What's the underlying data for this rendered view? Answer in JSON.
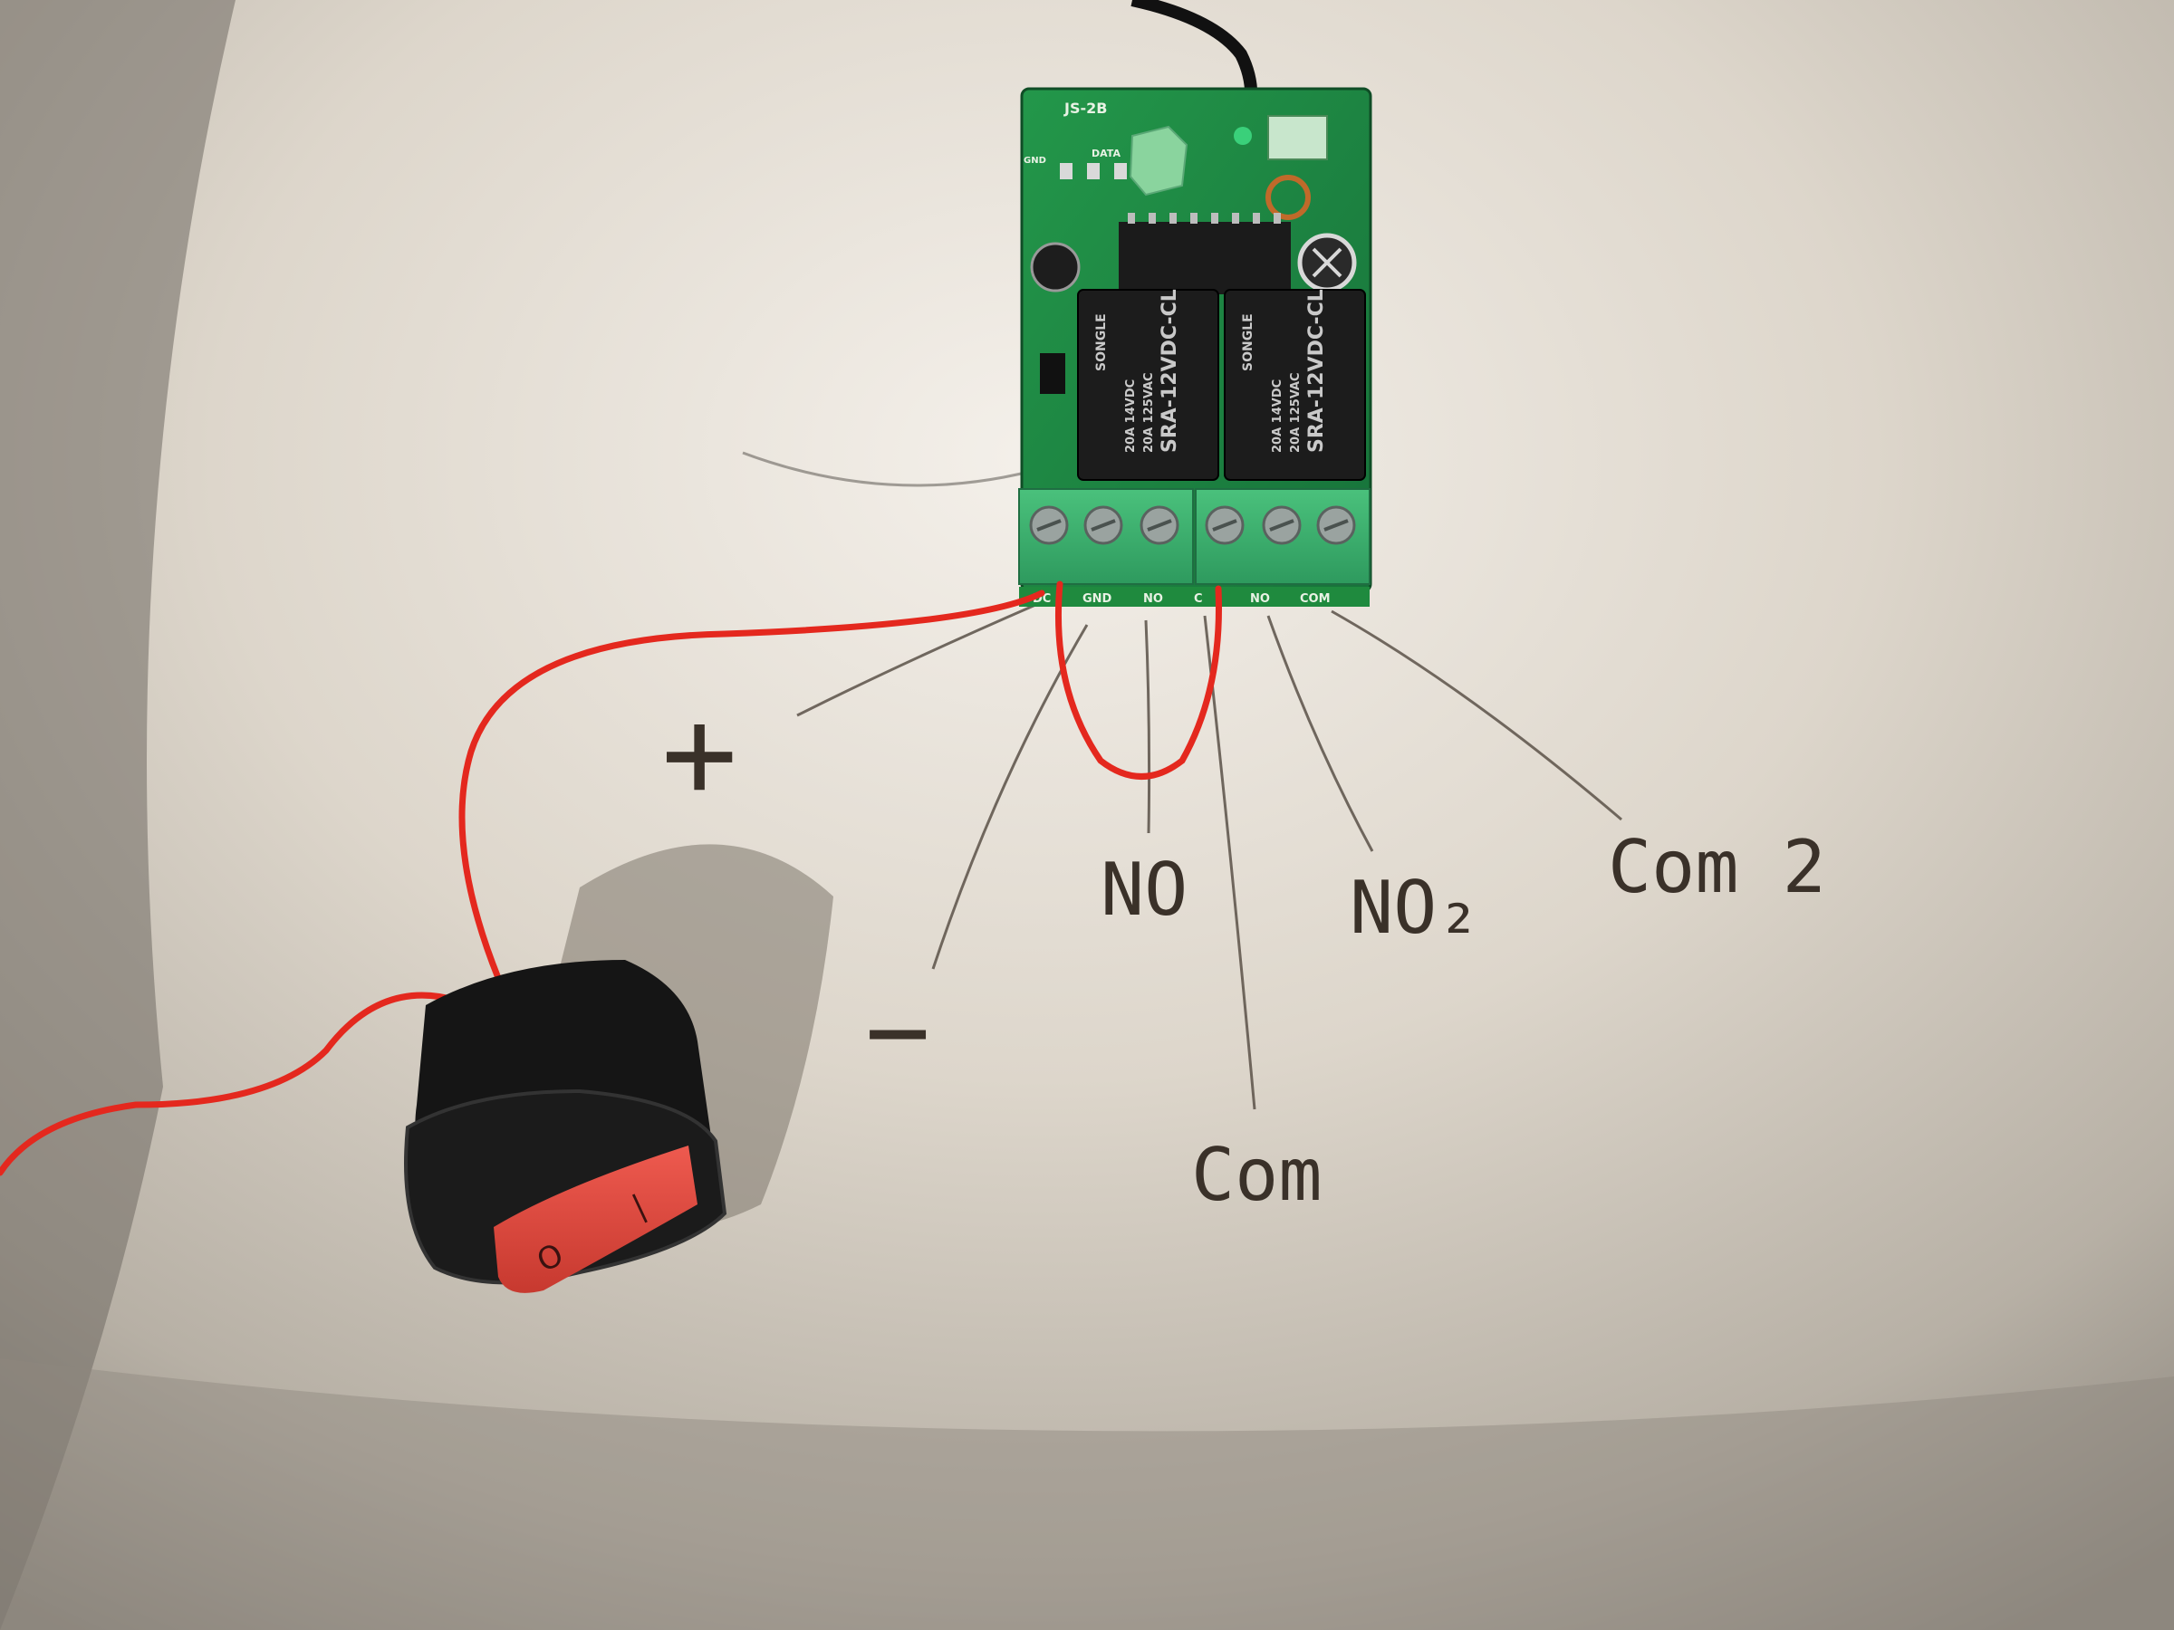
{
  "board": {
    "model": "JS-2B",
    "silk_data": "DATA",
    "silk_gnd": "GND",
    "terminal_labels": [
      "DC",
      "GND",
      "NO",
      "C",
      "NO",
      "COM"
    ]
  },
  "relays": [
    {
      "brand": "SONGLE",
      "rating1": "20A 14VDC",
      "rating2": "20A 125VAC",
      "model": "SRA-12VDC-CL"
    },
    {
      "brand": "SONGLE",
      "rating1": "20A 14VDC",
      "rating2": "20A 125VAC",
      "model": "SRA-12VDC-CL"
    }
  ],
  "hand_labels": {
    "plus": "+",
    "minus": "−",
    "no": "NO",
    "com": "Com",
    "no2": "NO₂",
    "com2": "Com 2"
  },
  "switch": {
    "off_mark": "O",
    "on_mark": "|"
  },
  "colors": {
    "paper": "#e9e3da",
    "pcb": "#1f8a3e",
    "terminal": "#3fb070",
    "relay": "#1c1c1c",
    "wire": "#e4281e",
    "switch_body": "#151515",
    "rocker": "#e0473f",
    "pencil": "#3a3129"
  }
}
